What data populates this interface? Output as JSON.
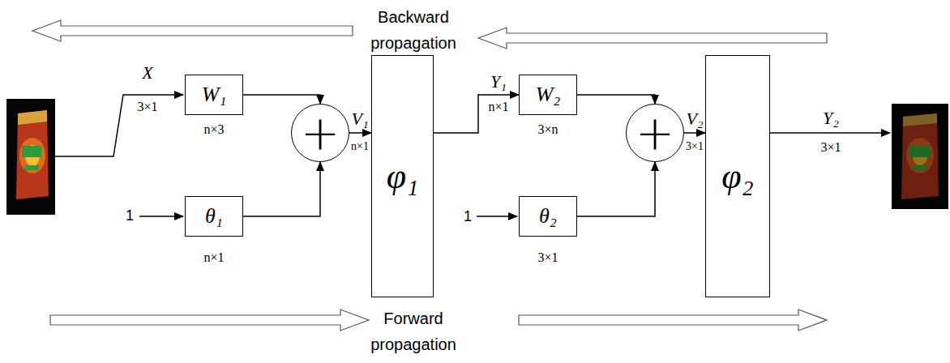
{
  "diagram": {
    "nodes": [
      {
        "text": [
          "W₁"
        ]
      },
      {
        "text": [
          "θ₁"
        ]
      },
      {
        "text": [
          "+"
        ]
      },
      {
        "text": [
          "φ₁"
        ]
      },
      {
        "text": [
          "W₂"
        ]
      },
      {
        "text": [
          "θ₂"
        ]
      },
      {
        "text": [
          "+"
        ]
      },
      {
        "text": [
          "φ₂"
        ]
      }
    ],
    "edges": [
      {
        "from": 0,
        "to": 2,
        "arrow": "to"
      },
      {
        "from": 1,
        "to": 2,
        "arrow": "to"
      },
      {
        "from": 2,
        "to": 3,
        "label": "V₁",
        "arrow": "to"
      },
      {
        "from": 3,
        "to": 4,
        "label": "Y₁",
        "arrow": "to"
      },
      {
        "from": 4,
        "to": 6,
        "arrow": "to"
      },
      {
        "from": 5,
        "to": 6,
        "arrow": "to"
      },
      {
        "from": 6,
        "to": 7,
        "label": "V₂",
        "arrow": "to"
      }
    ],
    "labels": [
      "Backward propagation",
      "Forward propagation",
      "X",
      "3×1",
      "n×3",
      "1",
      "n×1",
      "n×1",
      "n×1",
      "3×n",
      "1",
      "3×1",
      "3×1",
      "Y₂",
      "3×1"
    ]
  }
}
